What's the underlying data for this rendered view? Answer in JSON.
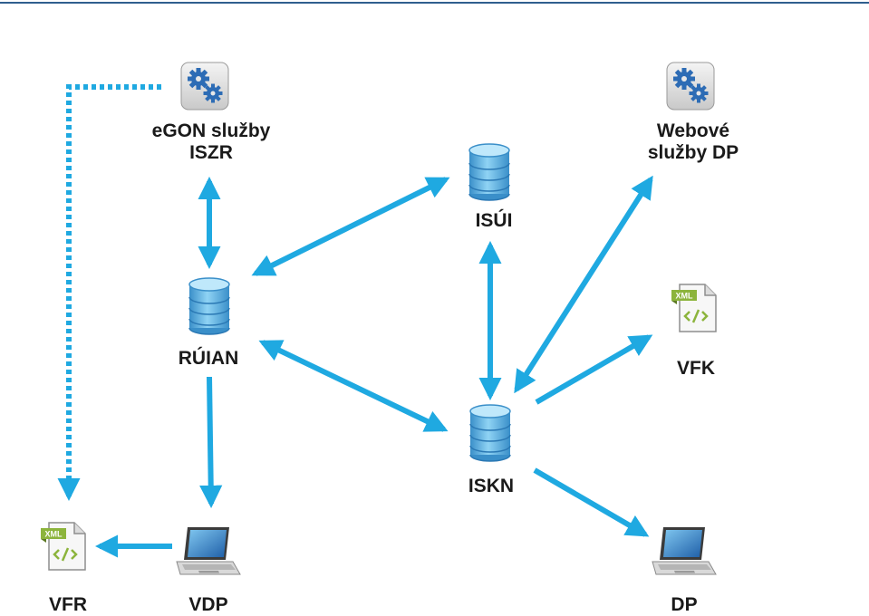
{
  "nodes": {
    "egon": {
      "label_line1": "eGON služby",
      "label_line2": "ISZR",
      "icon": "gears-icon"
    },
    "webove": {
      "label_line1": "Webové",
      "label_line2": "služby DP",
      "icon": "gears-icon"
    },
    "isui": {
      "label": "ISÚI",
      "icon": "database-icon"
    },
    "ruian": {
      "label": "RÚIAN",
      "icon": "database-icon"
    },
    "vfk": {
      "label": "VFK",
      "icon": "xml-file-icon"
    },
    "iskn": {
      "label": "ISKN",
      "icon": "database-icon"
    },
    "vfr": {
      "label": "VFR",
      "icon": "xml-file-icon"
    },
    "vdp": {
      "label": "VDP",
      "icon": "laptop-icon"
    },
    "dp": {
      "label": "DP",
      "icon": "laptop-icon"
    }
  },
  "xml_badge_text": "XML",
  "colors": {
    "arrow": "#1fa9e1",
    "db_light": "#8fd3f4",
    "db_dark": "#3a8fc9",
    "gear_blue": "#2d6cb5",
    "xml_green": "#8cb43c",
    "header_line": "#2f5e8e"
  },
  "edges": [
    {
      "from": "egon",
      "to": "ruian",
      "style": "solid",
      "direction": "both"
    },
    {
      "from": "ruian",
      "to": "isui",
      "style": "solid",
      "direction": "both"
    },
    {
      "from": "ruian",
      "to": "iskn",
      "style": "solid",
      "direction": "both"
    },
    {
      "from": "isui",
      "to": "iskn",
      "style": "solid",
      "direction": "both"
    },
    {
      "from": "iskn",
      "to": "webove",
      "style": "solid",
      "direction": "both"
    },
    {
      "from": "iskn",
      "to": "vfk",
      "style": "solid",
      "direction": "forward"
    },
    {
      "from": "iskn",
      "to": "dp",
      "style": "solid",
      "direction": "forward"
    },
    {
      "from": "ruian",
      "to": "vdp",
      "style": "solid",
      "direction": "forward"
    },
    {
      "from": "vdp",
      "to": "vfr",
      "style": "solid",
      "direction": "forward"
    },
    {
      "from": "egon",
      "to": "vfr",
      "style": "dotted",
      "direction": "forward"
    }
  ]
}
